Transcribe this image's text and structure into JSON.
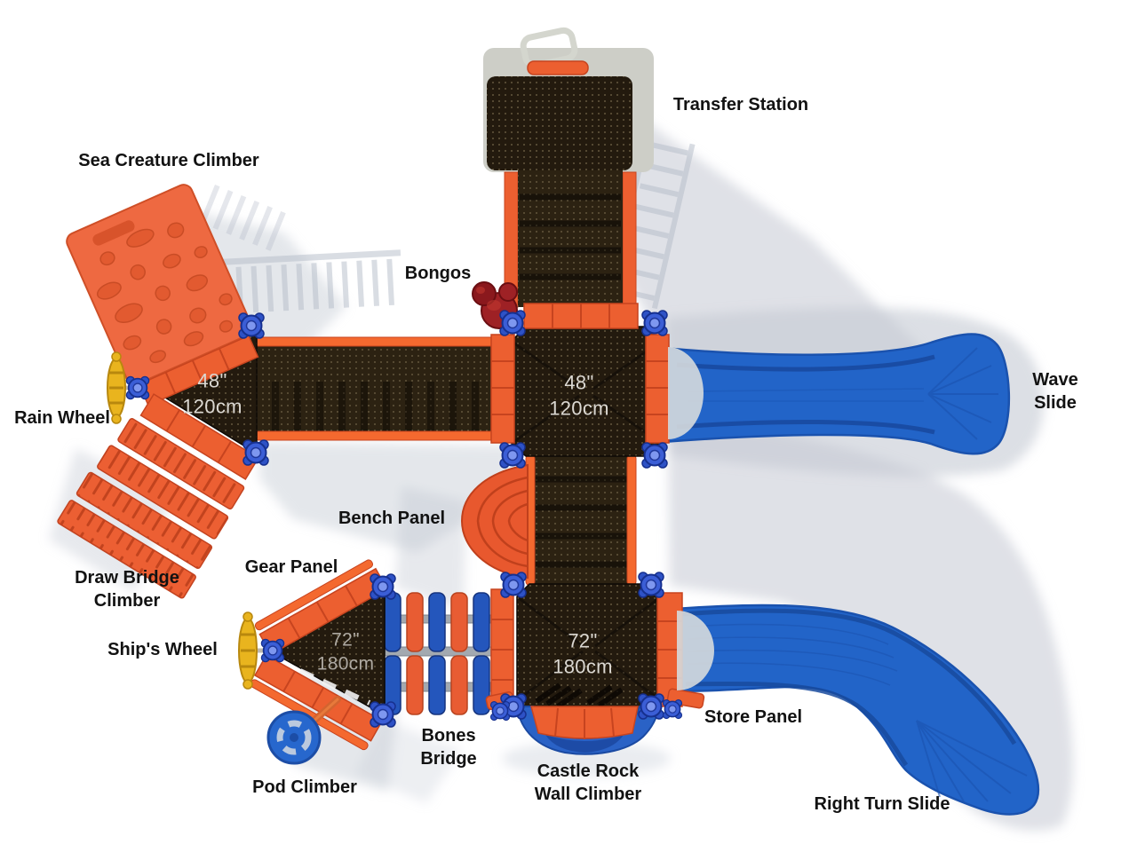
{
  "labels": {
    "sea_creature_climber": "Sea Creature Climber",
    "transfer_station": "Transfer Station",
    "bongos": "Bongos",
    "wave_slide": "Wave Slide",
    "rain_wheel": "Rain Wheel",
    "bench_panel": "Bench Panel",
    "draw_bridge_climber": "Draw Bridge\nClimber",
    "gear_panel": "Gear Panel",
    "ships_wheel": "Ship's Wheel",
    "pod_climber": "Pod Climber",
    "bones_bridge": "Bones\nBridge",
    "castle_rock_wall_climber": "Castle Rock\nWall Climber",
    "store_panel": "Store Panel",
    "right_turn_slide": "Right Turn Slide"
  },
  "deck_heights": {
    "left_triangle_deck": "48\"\n120cm",
    "center_square_deck": "48\"\n120cm",
    "lower_triangle_deck": "72\"\n180cm",
    "lower_square_deck": "72\"\n180cm"
  },
  "colors": {
    "rail_orange": "#ec5f30",
    "deck_brown": "#231a0e",
    "slide_blue": "#2264c8",
    "connector_blue": "#3b5ed6",
    "wheel_yellow": "#e9b41e",
    "bongo_red": "#9e2125",
    "shadow_gray": "#c4c9d3",
    "background": "#ffffff"
  }
}
